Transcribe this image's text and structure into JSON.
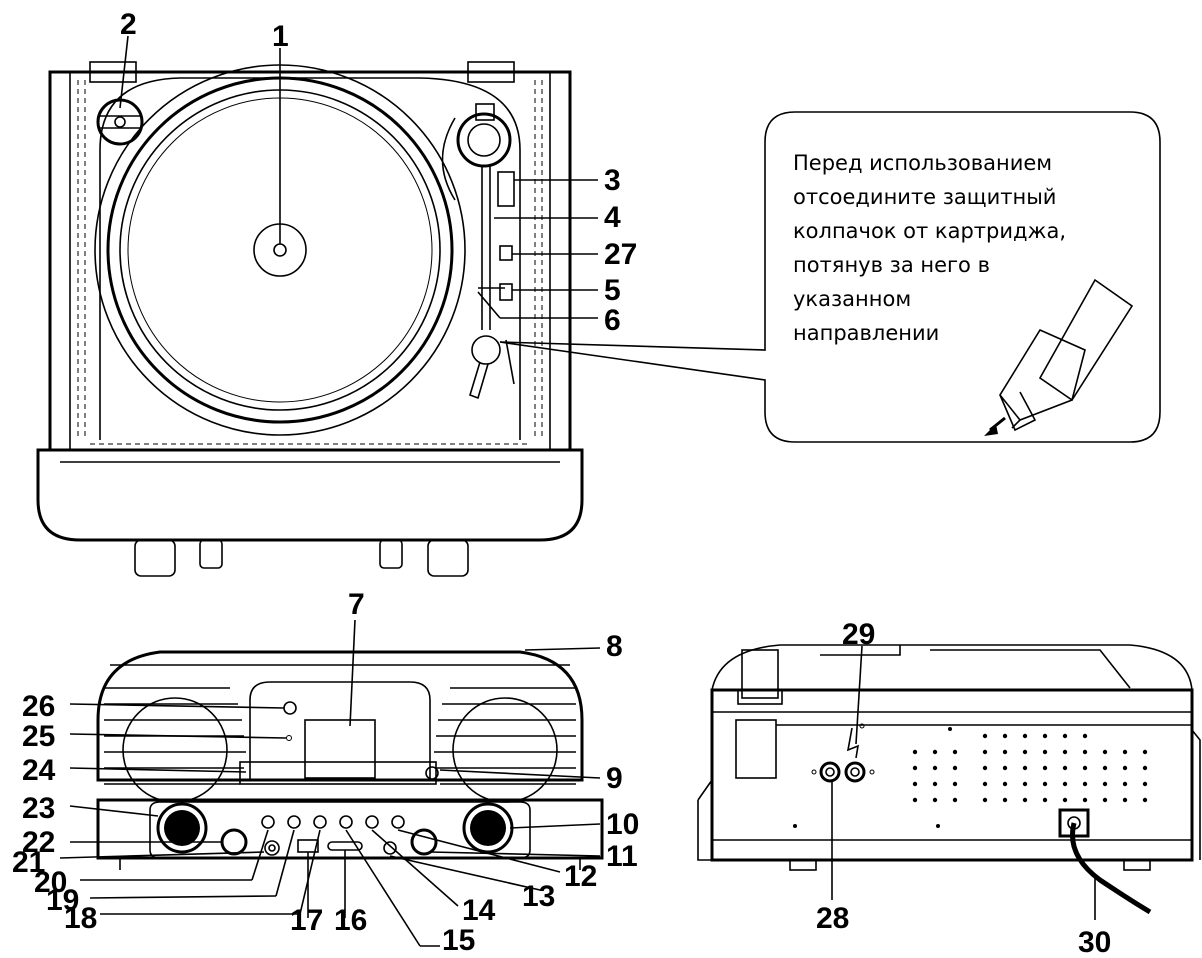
{
  "note": {
    "lines": [
      "Перед использованием",
      "отсоедините защитный",
      "колпачок от картриджа,",
      "потянув за него в",
      "указанном",
      "направлении"
    ]
  },
  "labels": {
    "l1": "1",
    "l2": "2",
    "l3": "3",
    "l4": "4",
    "l5": "5",
    "l6": "6",
    "l7": "7",
    "l8": "8",
    "l9": "9",
    "l10": "10",
    "l11": "11",
    "l12": "12",
    "l13": "13",
    "l14": "14",
    "l15": "15",
    "l16": "16",
    "l17": "17",
    "l18": "18",
    "l19": "19",
    "l20": "20",
    "l21": "21",
    "l22": "22",
    "l23": "23",
    "l24": "24",
    "l25": "25",
    "l26": "26",
    "l27": "27",
    "l28": "28",
    "l29": "29",
    "l30": "30"
  }
}
